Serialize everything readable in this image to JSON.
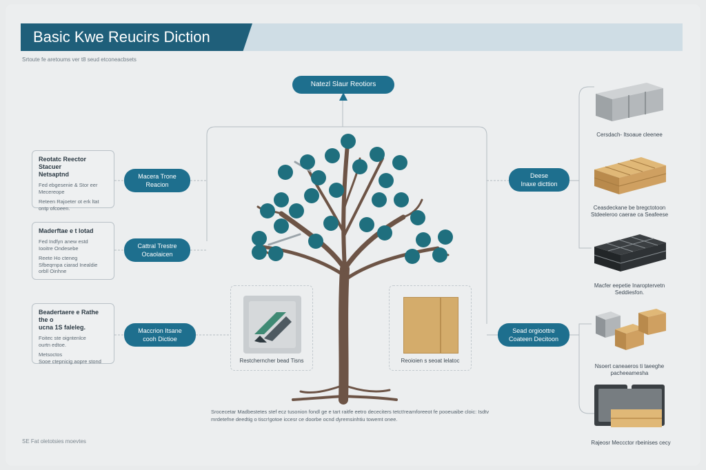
{
  "header": {
    "title": "Basic Kwe Reucirs Diction",
    "subtitle": "Srtoute fe aretoums ver t8 seud etconeacbsets"
  },
  "center_node": {
    "label": "Natezl Slaur Reotiors"
  },
  "left_pills": [
    {
      "line1": "Macera Trone",
      "line2": "Reacion"
    },
    {
      "line1": "Cattral Trestre",
      "line2": "Ocaolaicen"
    },
    {
      "line1": "Maccrion Itsane",
      "line2": "cooh Dictioe"
    }
  ],
  "right_pills": [
    {
      "line1": "Deese",
      "line2": "Inaxe dicttion"
    },
    {
      "line1": "Sead orgioottre",
      "line2": "Coateen Decitoon"
    }
  ],
  "left_cards": [
    {
      "title1": "Reotatc Reector Stacuer",
      "title2": "Netsaptnd",
      "lines": [
        "Fed ebgesenie & Stor eer",
        "Mecereope",
        "",
        "Reteen Rajoeter ot erk ltat",
        "ontp ofcoeen."
      ]
    },
    {
      "title1": "Maderftae e t lotad",
      "title2": "",
      "lines": [
        "Fed Indfyn anew estd",
        "Iooitre Ondesebe",
        "",
        "Reete Ho cteneg",
        "Sfbeqrnpa ciarad Inealdie",
        "orbll Oinhne"
      ]
    },
    {
      "title1": "Beadertaere e Rathe the o",
      "title2": "ucna 1S faleleg.",
      "lines": [
        "Foitec ste oigntenlce",
        "ourtn edtoe.",
        "",
        "Metsoctos",
        "Sooe ctepnicig aopre stond"
      ]
    }
  ],
  "panels": [
    {
      "caption": "Restcherncher bead Tisns"
    },
    {
      "caption": "Reoioien s seoat lelatoc"
    }
  ],
  "right_items": [
    {
      "caption1": "Cersdach- Itsoaue cleenee",
      "caption2": ""
    },
    {
      "caption1": "Ceasdeckane be bregctotoon",
      "caption2": "Stdeeleroo caerae ca Seafeese"
    },
    {
      "caption1": "Macfer eepetie Inaroptervetn",
      "caption2": "Seddiesfon."
    },
    {
      "caption1": "Nsoert caneaeros ti taeeghe",
      "caption2": "pacheeamesha"
    },
    {
      "caption1": "Rajeosr Meccctor rbeinises cecy",
      "caption2": ""
    }
  ],
  "bottom_text": "Srocecetar Madbestetes stef ecz tusonion fondl ge e tart raitfe eetro dececiters tetct!reamforeeot fe pooeuaibe cloic: Isdtv mrdetefne deedtig o tiscr!gotoe iccesr ce doorbe ocnd dyremsinhtiu towemt onee.",
  "footer_note": "SE Fat oletotsies moevtes",
  "colors": {
    "accent": "#1e6f8e",
    "title_bar": "#1f5f7a",
    "leaf": "#1f6f7e",
    "trunk": "#6d5446"
  }
}
